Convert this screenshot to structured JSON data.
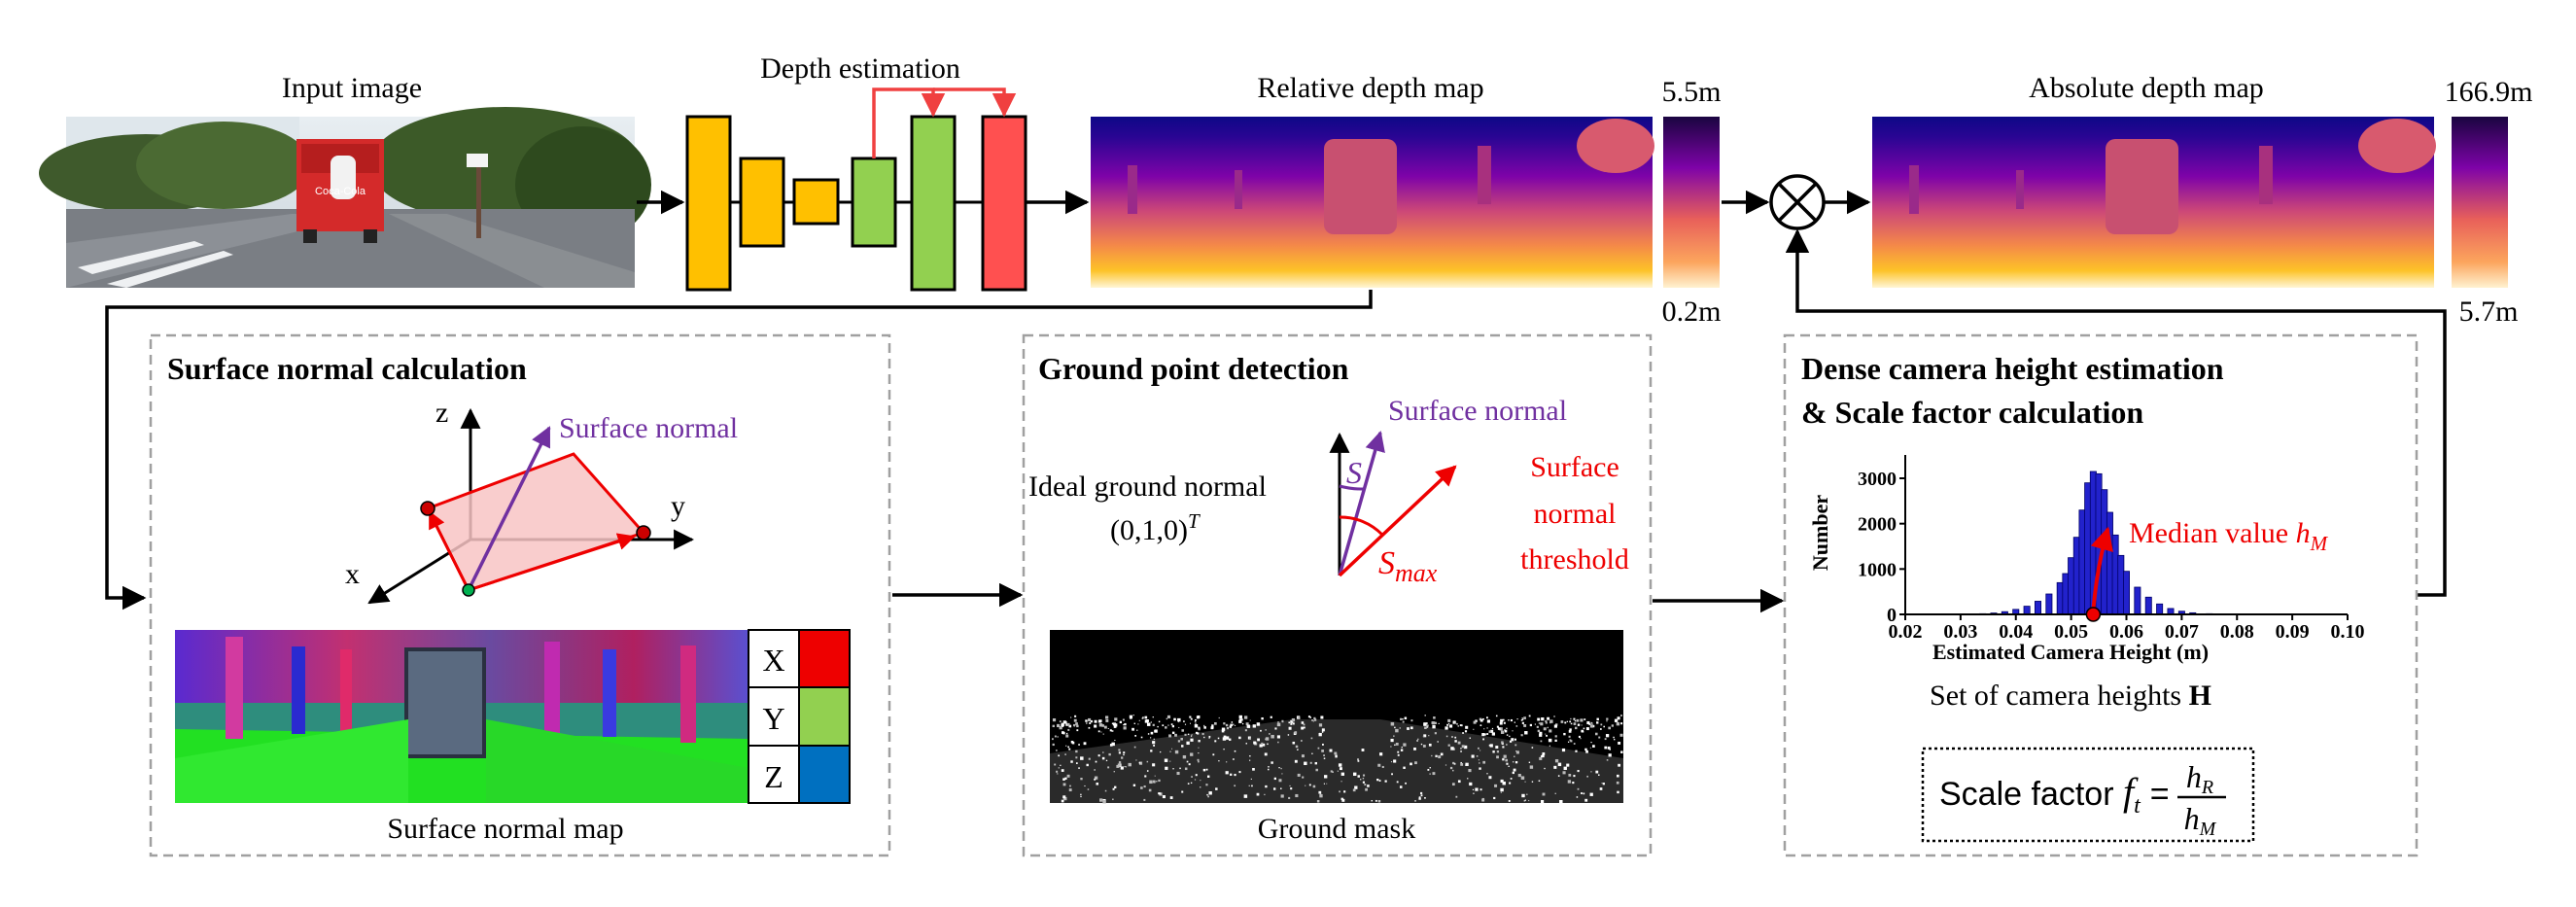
{
  "top_row": {
    "input_image_label": "Input image",
    "depth_estimation_label": "Depth estimation",
    "relative_depth_label": "Relative depth map",
    "relative_depth_max": "5.5m",
    "relative_depth_min": "0.2m",
    "absolute_depth_label": "Absolute depth map",
    "absolute_depth_max": "166.9m",
    "absolute_depth_min": "5.7m",
    "truck_sign": "Coca-Cola"
  },
  "surface_normal_panel": {
    "title": "Surface normal calculation",
    "axis_z": "z",
    "axis_y": "y",
    "axis_x": "x",
    "normal_label": "Surface normal",
    "map_label": "Surface normal map",
    "legend": [
      {
        "label": "X",
        "color": "#ee0000"
      },
      {
        "label": "Y",
        "color": "#92d050"
      },
      {
        "label": "Z",
        "color": "#0070c0"
      }
    ]
  },
  "ground_panel": {
    "title": "Ground point detection",
    "ideal_normal_label": "Ideal ground normal",
    "ideal_normal_vector": "(0,1,0)",
    "ideal_normal_sup": "T",
    "normal_label": "Surface normal",
    "s_label": "S",
    "smax_label": "S",
    "smax_sub": "max",
    "threshold_line1": "Surface",
    "threshold_line2": "normal",
    "threshold_line3": "threshold",
    "mask_label": "Ground mask"
  },
  "height_panel": {
    "title_line1": "Dense camera height estimation",
    "title_line2": "& Scale factor calculation",
    "median_label": "Median value ",
    "median_symbol": "h",
    "median_sub": "M",
    "set_label": "Set of camera heights ",
    "set_symbol": "H",
    "scale_label": "Scale factor ",
    "scale_symbol": "f",
    "scale_sub": "t",
    "scale_num": "h",
    "scale_num_sub": "R",
    "scale_den": "h",
    "scale_den_sub": "M"
  },
  "colors": {
    "conv_yellow": "#ffc000",
    "conv_green": "#92d050",
    "conv_red": "#ff5050",
    "skip_arrow": "#f04040",
    "purple": "#7030a0",
    "red": "#ee0000",
    "panel_border": "#a0a0a0",
    "hist_bar": "#2222cc"
  },
  "chart_data": {
    "type": "bar",
    "title": "",
    "xlabel": "Estimated Camera Height (m)",
    "ylabel": "Number",
    "xlim": [
      0.02,
      0.1
    ],
    "ylim": [
      0,
      3300
    ],
    "xticks": [
      "0.02",
      "0.03",
      "0.04",
      "0.05",
      "0.06",
      "0.07",
      "0.08",
      "0.09",
      "0.10"
    ],
    "yticks": [
      "0",
      "1000",
      "2000",
      "3000"
    ],
    "x": [
      0.034,
      0.036,
      0.038,
      0.04,
      0.042,
      0.044,
      0.046,
      0.048,
      0.049,
      0.05,
      0.051,
      0.052,
      0.053,
      0.054,
      0.055,
      0.056,
      0.057,
      0.058,
      0.059,
      0.06,
      0.062,
      0.064,
      0.066,
      0.068,
      0.07,
      0.072,
      0.075
    ],
    "values": [
      15,
      30,
      60,
      110,
      180,
      290,
      450,
      700,
      900,
      1250,
      1700,
      2300,
      2900,
      3150,
      3100,
      2750,
      2250,
      1750,
      1300,
      950,
      600,
      380,
      230,
      130,
      70,
      35,
      15
    ],
    "median": 0.054
  }
}
